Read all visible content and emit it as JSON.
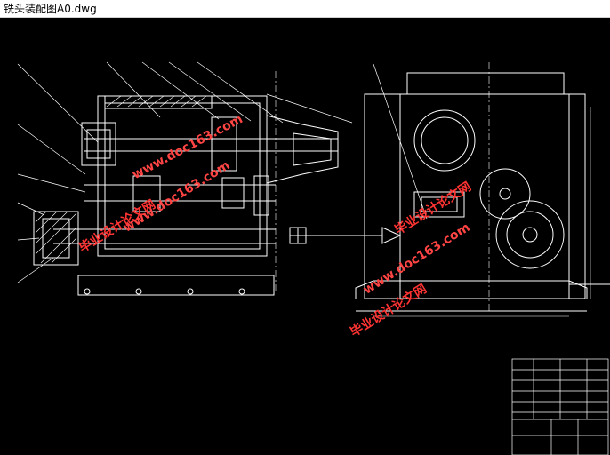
{
  "window": {
    "title": "铣头装配图A0.dwg"
  },
  "watermarks": [
    {
      "cn": "毕业设计论文网",
      "url": "www.doc163.com"
    },
    {
      "cn": "毕业设计论文网",
      "url": "www.doc163.com"
    },
    {
      "cn": "毕业设计论文网",
      "url": "www.doc163.com"
    }
  ],
  "colors": {
    "background": "#000000",
    "drawing_lines": "#ffffff",
    "watermark": "#ff3333"
  }
}
